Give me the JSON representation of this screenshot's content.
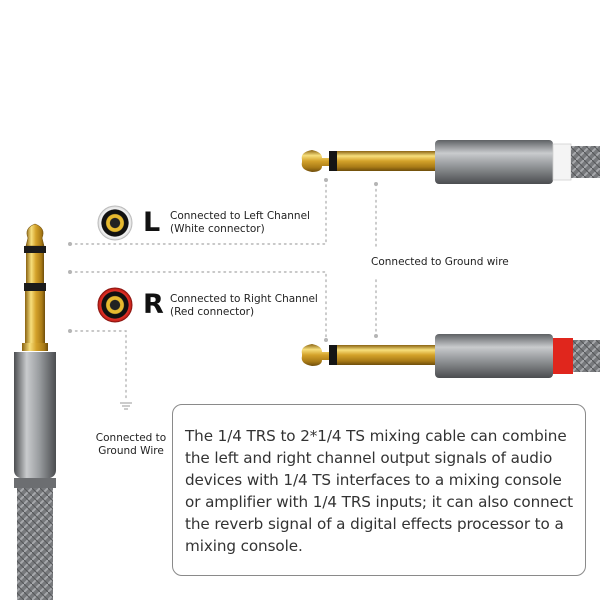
{
  "left_channel": {
    "letter": "L",
    "line1": "Connected to Left Channel",
    "line2": "(White connector)"
  },
  "right_channel": {
    "letter": "R",
    "line1": "Connected to Right Channel",
    "line2": "(Red connector)"
  },
  "ground_right": "Connected to Ground wire",
  "ground_left": {
    "line1": "Connected to",
    "line2": "Ground Wire"
  },
  "description": "The 1/4 TRS to 2*1/4 TS mixing cable can combine the left and right channel output signals of audio devices with 1/4 TS interfaces to a mixing console or amplifier with 1/4 TRS inputs; it can also connect the reverb signal of a digital effects processor to a mixing console.",
  "colors": {
    "gold": "#d9a826",
    "white_ring": "#f2f2f2",
    "red_ring": "#e0261d",
    "cable_gray": "#8a8d90",
    "leader_dots": "#b5b5b5"
  }
}
